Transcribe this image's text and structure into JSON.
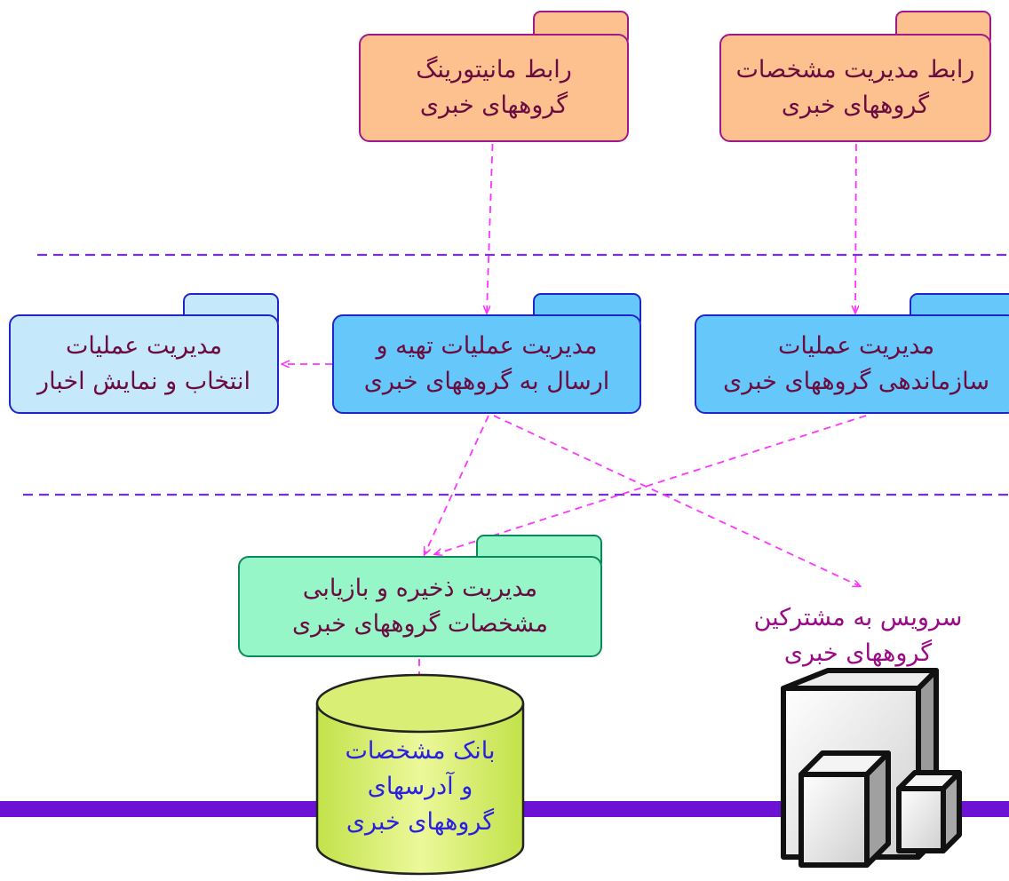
{
  "packages": {
    "monitoring_interface": {
      "lines": [
        "رابط مانیتورینگ",
        "گروههای خبری"
      ]
    },
    "spec_interface": {
      "lines": [
        "رابط مدیریت مشخصات",
        "گروههای خبری"
      ]
    },
    "select_display": {
      "lines": [
        "مدیریت عملیات",
        "انتخاب و نمایش اخبار"
      ]
    },
    "prepare_send": {
      "lines": [
        "مدیریت عملیات تهیه و",
        "ارسال به گروههای خبری"
      ]
    },
    "organize": {
      "lines": [
        "مدیریت عملیات",
        "سازماندهی گروههای خبری"
      ]
    },
    "store_retrieve": {
      "lines": [
        "مدیریت ذخیره و بازیابی",
        "مشخصات گروههای خبری"
      ]
    }
  },
  "database": {
    "lines": [
      "بانک مشخصات",
      "و آدرسهای",
      "گروههای خبری"
    ]
  },
  "subscriber_service": {
    "lines": [
      "سرویس به مشترکین",
      "گروههای خبری"
    ]
  },
  "colors": {
    "arrow": "#ff33ff",
    "layer_separator": "#7a2fd6",
    "footer_bar": "#6b12d4",
    "package_orange": "#fdc08f",
    "package_blue": "#66c8fa",
    "package_light_blue": "#c6e8fb",
    "package_green": "#96f6c8",
    "cylinder_fill": "#d4ee68"
  }
}
